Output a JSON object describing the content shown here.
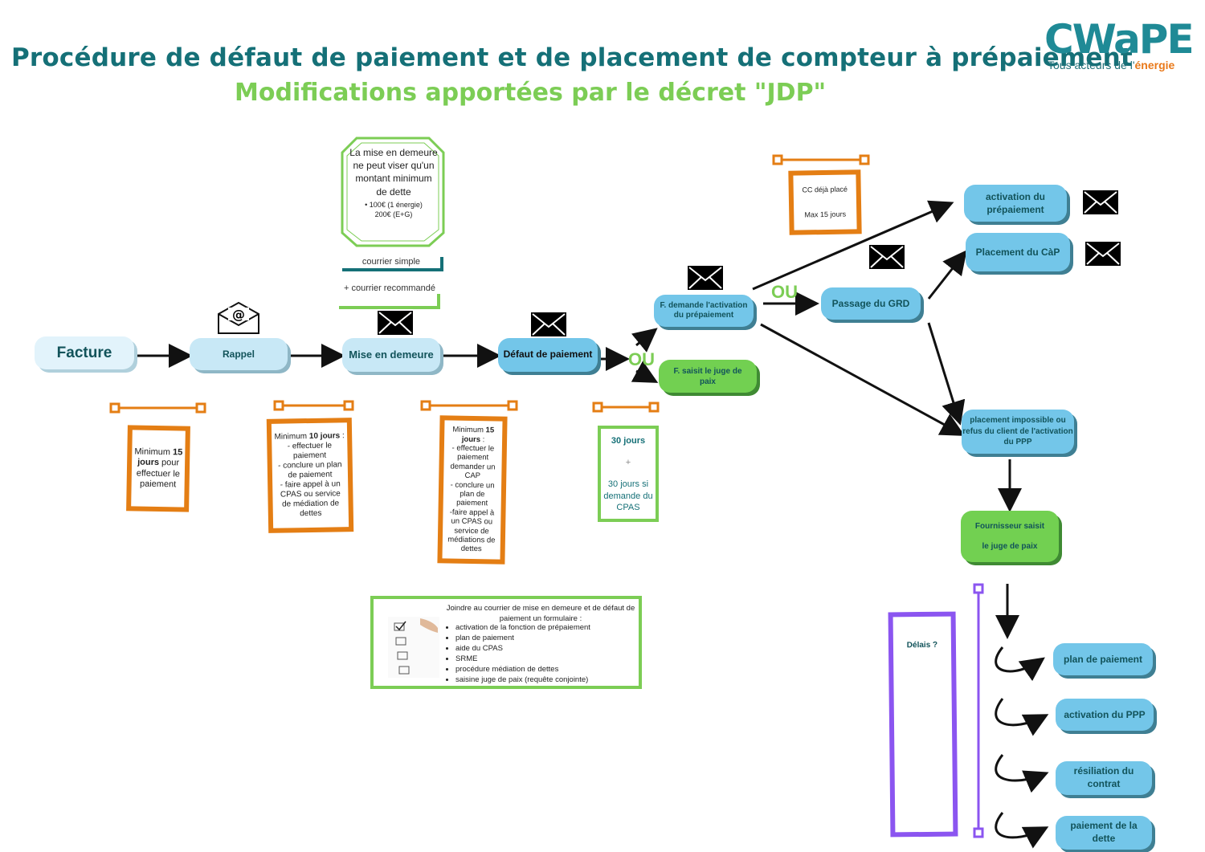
{
  "header": {
    "title": "Procédure de défaut de paiement et de placement de compteur à prépaiement",
    "subtitle": "Modifications apportées par le décret \"JDP\""
  },
  "logo": {
    "word": "CWaPE",
    "tagline_prefix": "Tous acteurs de l'",
    "tagline_accent": "énergie"
  },
  "colors": {
    "teal": "#157077",
    "green": "#7ccd55",
    "orange": "#e47e14",
    "purple": "#8b55f0",
    "blue": "#73c6e9"
  },
  "flow": {
    "facture": "Facture",
    "rappel": "Rappel",
    "mise_en_demeure": "Mise en demeure",
    "defaut": "Défaut de paiement",
    "f_demande": "F. demande l'activation du prépaiement",
    "f_saisit": "F. saisit le juge de paix",
    "passage_grd": "Passage du GRD",
    "activation_prepaiement": "activation du prépaiement",
    "placement_cap": "Placement du CàP",
    "placement_impossible": "placement impossible ou refus du client de l'activation du PPP",
    "fournisseur_saisit": "Fournisseur saisit le juge de paix",
    "ou": "OU"
  },
  "notes": {
    "mise_en_demeure_min": {
      "text": "La mise en demeure ne peut viser qu'un montant minimum de dette",
      "bullet_1": "100€ (1 énergie)",
      "bullet_2": "200€ (E+G)"
    },
    "courrier_simple": "courrier simple",
    "courrier_recommande": "+ courrier recommandé",
    "cc_deja_place": "CC déjà placé",
    "max_15_jours": "Max 15 jours",
    "delai_rappel": {
      "a": "Minimum ",
      "b": "15 jours",
      "c": " pour effectuer le paiement"
    },
    "delai_mise_en_demeure": {
      "a": "Minimum ",
      "b": "10 jours",
      "c": " :",
      "lines": [
        "- effectuer le paiement",
        "- conclure un plan de paiement",
        "- faire appel à un CPAS ou service de médiation de dettes"
      ]
    },
    "delai_defaut": {
      "a": "Minimum ",
      "b": "15 jours",
      "c": " :",
      "lines": [
        "- effectuer le paiement",
        "demander un CAP",
        "- conclure un plan de paiement",
        "-faire appel à un CPAS ou service de médiations de dettes"
      ]
    },
    "delai_juge": {
      "head": "30 jours",
      "plus": "+",
      "tail": "30 jours si demande du CPAS"
    },
    "formulaire": {
      "intro": "Joindre au courrier de mise en demeure et de défaut de paiement un formulaire :",
      "items": [
        "activation de la fonction de prépaiement",
        "plan de paiement",
        "aide du CPAS",
        "SRME",
        "procédure médiation de dettes",
        "saisine juge de paix (requête conjointe)"
      ]
    },
    "delais": "Délais ?"
  },
  "outcomes": [
    "plan de paiement",
    "activation du PPP",
    "résiliation du contrat",
    "paiement de la dette"
  ],
  "icons": [
    "envelope-icon",
    "email-at-icon",
    "checklist-icon"
  ]
}
